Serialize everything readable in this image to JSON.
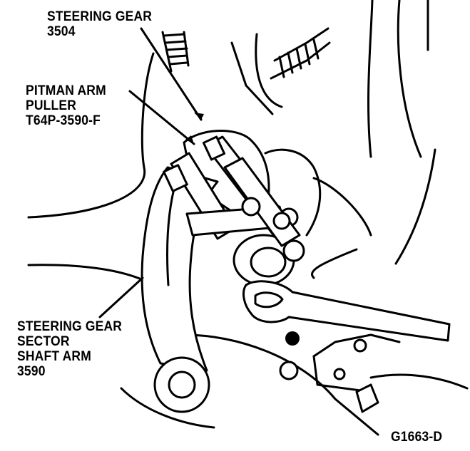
{
  "labels": {
    "steering_gear": {
      "line1": "STEERING GEAR",
      "line2": "3504"
    },
    "puller": {
      "line1": "PITMAN ARM",
      "line2": "PULLER",
      "line3": "T64P-3590-F"
    },
    "sector_arm": {
      "line1": "STEERING GEAR",
      "line2": "SECTOR",
      "line3": "SHAFT ARM",
      "line4": "3590"
    },
    "figure_code": "G1663-D"
  },
  "colors": {
    "ink": "#000000",
    "paper": "#ffffff"
  }
}
